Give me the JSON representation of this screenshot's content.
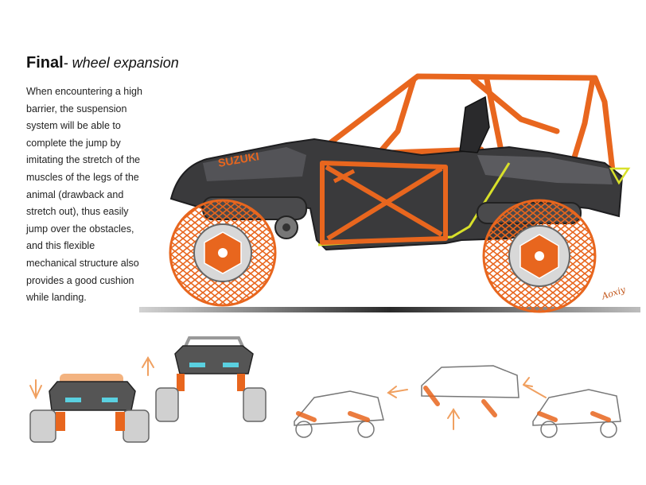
{
  "title": {
    "bold": "Final",
    "italic": "- wheel expansion"
  },
  "description": "When encountering a high\nbarrier, the suspension\nsystem will be able to\ncomplete the jump by\nimitating the stretch of the\nmuscles of the legs of the\nanimal (drawback and\nstretch out), thus easily\njump over the obstacles,\nand this flexible\nmechanical structure also\nprovides a good cushion\nwhile landing.",
  "vehicle_logo": "SUZUKI",
  "signature": "Aoxiy",
  "colors": {
    "accent_orange": "#e8661e",
    "body_dark": "#3a3a3c",
    "highlight_yellow": "#d8e02a",
    "arrow_orange": "#f0a060"
  },
  "icons": [
    "arrow-down-icon",
    "arrow-up-icon",
    "arrow-left-icon",
    "arrow-upleft-icon"
  ]
}
